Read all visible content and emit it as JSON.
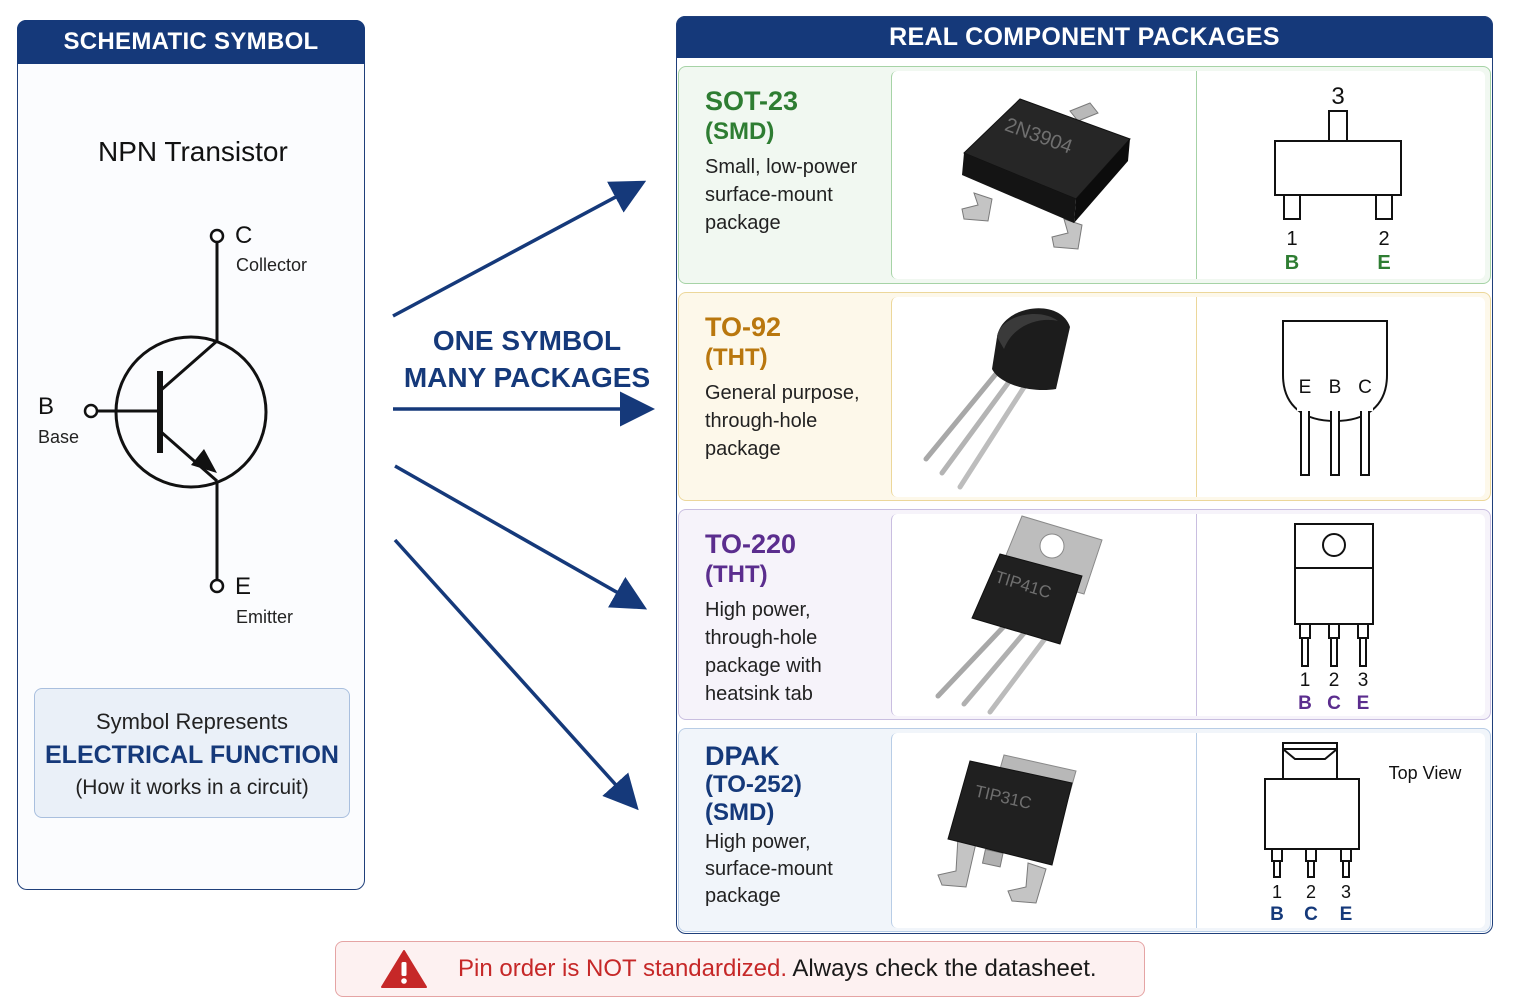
{
  "left_panel": {
    "header": "SCHEMATIC SYMBOL",
    "title": "NPN Transistor",
    "pins": {
      "collector_letter": "C",
      "collector_name": "Collector",
      "base_letter": "B",
      "base_name": "Base",
      "emitter_letter": "E",
      "emitter_name": "Emitter"
    },
    "note": {
      "line1": "Symbol Represents",
      "line2": "ELECTRICAL FUNCTION",
      "line3": "(How it works in a circuit)"
    }
  },
  "center": {
    "line1": "ONE SYMBOL",
    "line2": "MANY PACKAGES"
  },
  "right_panel": {
    "header": "REAL COMPONENT PACKAGES",
    "packages": [
      {
        "name": "SOT-23",
        "type": "(SMD)",
        "desc": [
          "Small, low-power",
          "surface-mount",
          "package"
        ],
        "marking": "2N3904",
        "color": "#2e7d32",
        "pin_top": "3",
        "pins": [
          {
            "num": "1",
            "letter": "B"
          },
          {
            "num": "2",
            "letter": "E"
          }
        ]
      },
      {
        "name": "TO-92",
        "type": "(THT)",
        "desc": [
          "General purpose,",
          "through-hole",
          "package"
        ],
        "color": "#b9770e",
        "pin_letters": [
          "E",
          "B",
          "C"
        ]
      },
      {
        "name": "TO-220",
        "type": "(THT)",
        "desc": [
          "High power,",
          "through-hole",
          "package with",
          "heatsink tab"
        ],
        "marking": "TIP41C",
        "color": "#5b2d8e",
        "pins": [
          {
            "num": "1",
            "letter": "B"
          },
          {
            "num": "2",
            "letter": "C"
          },
          {
            "num": "3",
            "letter": "E"
          }
        ]
      },
      {
        "name": "DPAK",
        "type": "(TO-252)",
        "type2": "(SMD)",
        "desc": [
          "High power,",
          "surface-mount",
          "package"
        ],
        "marking": "TIP31C",
        "color": "#15397a",
        "view_label": "Top View",
        "pins": [
          {
            "num": "1",
            "letter": "B"
          },
          {
            "num": "2",
            "letter": "C"
          },
          {
            "num": "3",
            "letter": "E"
          }
        ]
      }
    ]
  },
  "warning": {
    "strong": "Pin order is NOT standardized.",
    "rest": " Always check the datasheet.",
    "color": "#c62828"
  }
}
